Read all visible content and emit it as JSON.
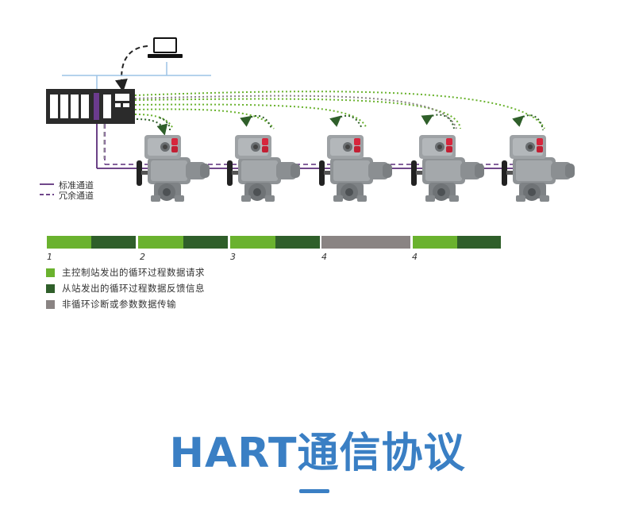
{
  "legend": {
    "standard_channel": "标准通道",
    "redundant_channel": "冗余通道"
  },
  "timeline": {
    "segments": [
      {
        "label": "1",
        "colors": [
          "#6ab22e",
          "#2f5f2a"
        ]
      },
      {
        "label": "2",
        "colors": [
          "#6ab22e",
          "#2f5f2a"
        ]
      },
      {
        "label": "3",
        "colors": [
          "#6ab22e",
          "#2f5f2a"
        ]
      },
      {
        "label": "4",
        "colors": [
          "#8a8483"
        ]
      },
      {
        "label": "4",
        "colors": [
          "#6ab22e",
          "#2f5f2a"
        ]
      }
    ]
  },
  "key": [
    {
      "color": "#6ab22e",
      "text": "主控制站发出的循环过程数据请求"
    },
    {
      "color": "#2f5f2a",
      "text": "从站发出的循环过程数据反馈信息"
    },
    {
      "color": "#8a8483",
      "text": "非循环诊断或参数数据传输"
    }
  ],
  "title": "HART通信协议",
  "colors": {
    "accent": "#3a7fc4",
    "bus": "#5b2d7a",
    "request": "#6ab22e",
    "response": "#2f5f2a",
    "acyclic": "#8a8483"
  }
}
